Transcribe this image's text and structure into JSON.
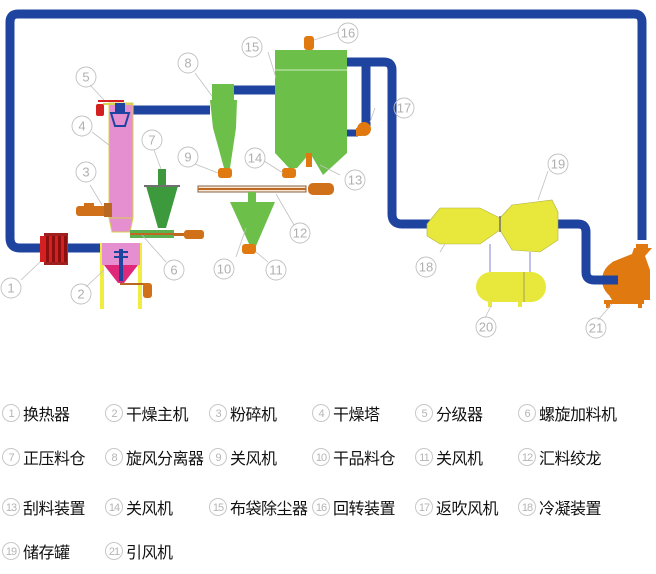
{
  "title": "干燥系统工艺流程图",
  "colors": {
    "pipe": "#1f44a0",
    "tower": "#e58fd0",
    "tower_bottom": "#e0287a",
    "equipment_green": "#6cc04a",
    "hopper_dark_green": "#3c9a3c",
    "motor_orange": "#e07a10",
    "heat_exchanger_red": "#d42020",
    "condenser_yellow": "#e8e83c",
    "support_yellow": "#f0ec40",
    "callout_gray": "#b0b0b0"
  },
  "components": [
    {
      "num": "1",
      "label": "换热器"
    },
    {
      "num": "2",
      "label": "干燥主机"
    },
    {
      "num": "3",
      "label": "粉碎机"
    },
    {
      "num": "4",
      "label": "干燥塔"
    },
    {
      "num": "5",
      "label": "分级器"
    },
    {
      "num": "6",
      "label": "螺旋加料机"
    },
    {
      "num": "7",
      "label": "正压料仓"
    },
    {
      "num": "8",
      "label": "旋风分离器"
    },
    {
      "num": "9",
      "label": "关风机"
    },
    {
      "num": "10",
      "label": "干品料仓"
    },
    {
      "num": "11",
      "label": "关风机"
    },
    {
      "num": "12",
      "label": "汇料绞龙"
    },
    {
      "num": "13",
      "label": "刮料装置"
    },
    {
      "num": "14",
      "label": "关风机"
    },
    {
      "num": "15",
      "label": "布袋除尘器"
    },
    {
      "num": "16",
      "label": "回转装置"
    },
    {
      "num": "17",
      "label": "返吹风机"
    },
    {
      "num": "18",
      "label": "冷凝装置"
    },
    {
      "num": "19",
      "label": "储存罐"
    },
    {
      "num": "21",
      "label": "引风机"
    }
  ],
  "diagram_callouts": [
    "1",
    "2",
    "3",
    "4",
    "5",
    "6",
    "7",
    "8",
    "9",
    "10",
    "11",
    "12",
    "13",
    "14",
    "15",
    "16",
    "17",
    "18",
    "19",
    "20",
    "21"
  ]
}
